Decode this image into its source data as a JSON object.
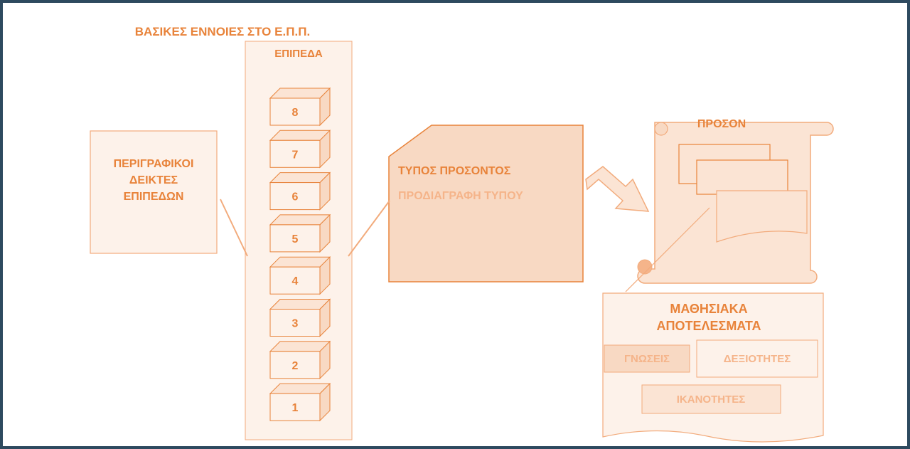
{
  "diagram": {
    "title": "ΒΑΣΙΚΕΣ ΕΝΝΟΙΕΣ ΣΤΟ Ε.Π.Π.",
    "levels_header": "ΕΠΙΠΕΔΑ",
    "levels": [
      "8",
      "7",
      "6",
      "5",
      "4",
      "3",
      "2",
      "1"
    ],
    "descriptors": [
      "ΠΕΡΙΓΡΑΦΙΚΟΙ",
      "ΔΕΙΚΤΕΣ",
      "ΕΠΙΠΕΔΩΝ"
    ],
    "product_type": "ΤΥΠΟΣ ΠΡΟΣΟΝΤΟΣ",
    "type_spec": "ΠΡΟΔΙΑΓΡΑΦΗ ΤΥΠΟΥ",
    "qualification": "ΠΡΟΣΟΝ",
    "learning_outcomes": [
      "ΜΑΘΗΣΙΑΚΑ",
      "ΑΠΟΤΕΛΕΣΜΑΤΑ"
    ],
    "knowledge": "ΓΝΩΣΕΙΣ",
    "skills": "ΔΕΞΙΟΤΗΤΕΣ",
    "competences": "ΙΚΑΝΟΤΗΤΕΣ",
    "colors": {
      "frame": "#2e4a5f",
      "accent": "#e8833a",
      "accent_light": "#f2ab7c",
      "fill_light": "#fdf2ea",
      "fill_mid": "#f8d9c3",
      "text_muted": "#f5b48a"
    }
  }
}
